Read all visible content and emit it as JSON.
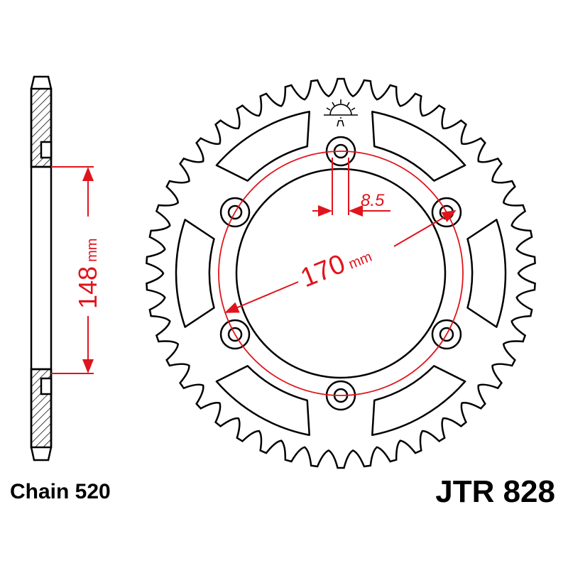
{
  "diagram": {
    "chain_label": "Chain 520",
    "model_label": "JTR 828",
    "dimensions": {
      "bolt_circle_value": "170",
      "bolt_circle_unit": "mm",
      "bore_value": "148",
      "bore_unit": "mm",
      "hole_value": "8.5"
    },
    "colors": {
      "outline": "#000000",
      "dimension": "#e0141c"
    },
    "logo": "JT sun logo",
    "bolt_holes": 6,
    "lightening_slots": 6
  }
}
